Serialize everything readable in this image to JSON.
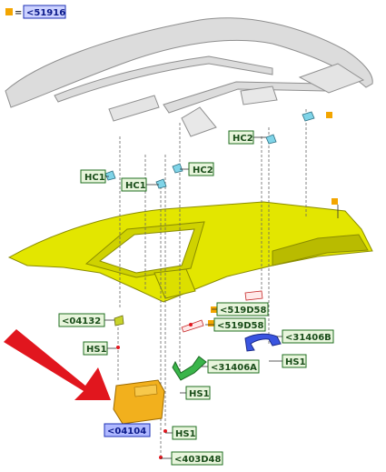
{
  "legend": {
    "equals": "=",
    "ref": "<51916"
  },
  "labels": {
    "hc2_top": "HC2",
    "hc1_left": "HC1",
    "hc2_mid": "HC2",
    "hc1_mid": "HC1",
    "ref_519d58_a": "<519D58",
    "ref_519d58_b": "<519D58",
    "ref_04132": "<04132",
    "ref_31406b": "<31406B",
    "hs1_a": "HS1",
    "ref_31406a": "<31406A",
    "hs1_b": "HS1",
    "hs1_c": "HS1",
    "ref_04104": "<04104",
    "hs1_d": "HS1",
    "ref_403d48": "<403D48"
  },
  "colors": {
    "label_fill": "#e8f5dc",
    "label_stroke": "#1f6e1f",
    "label_text": "#1a4d1a",
    "highlight_fill": "#6d7dff",
    "highlight_stroke": "#1b2fb5",
    "highlight_text": "#0b1a8a",
    "headliner": "#e3e600",
    "headliner_edge": "#8a8c00",
    "roof": "#dcdcdc",
    "roof_edge": "#8f8f8f",
    "visor": "#f2b01d",
    "handle_blue": "#3a55e0",
    "handle_green": "#3ab54a",
    "arrow": "#e1161e",
    "marker": "#f3a500"
  }
}
